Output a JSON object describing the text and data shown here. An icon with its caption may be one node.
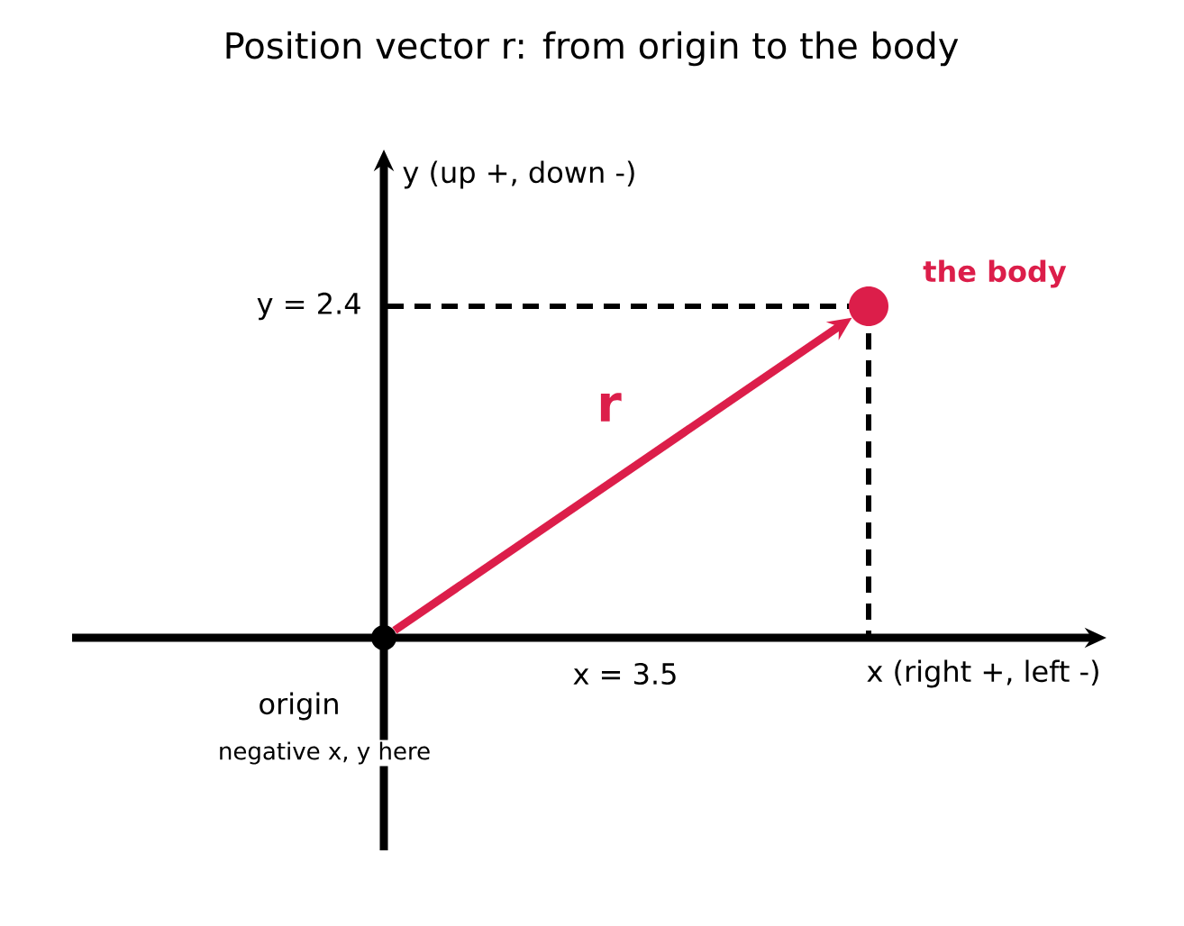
{
  "diagram": {
    "title": "Position vector r: from origin to the body",
    "nodes": [
      {
        "text": [],
        "shape": "circle",
        "beside": [
          "origin",
          "negative x, y here"
        ]
      },
      {
        "text": [],
        "shape": "circle",
        "beside": [
          "the body"
        ]
      }
    ],
    "edges": [
      {
        "from": 0,
        "to": 1,
        "arrow": "to",
        "label": "r"
      }
    ],
    "labels": [
      "y (up +, down -)",
      "y = 2.4",
      "x = 3.5",
      "x (right +, left -)"
    ]
  }
}
